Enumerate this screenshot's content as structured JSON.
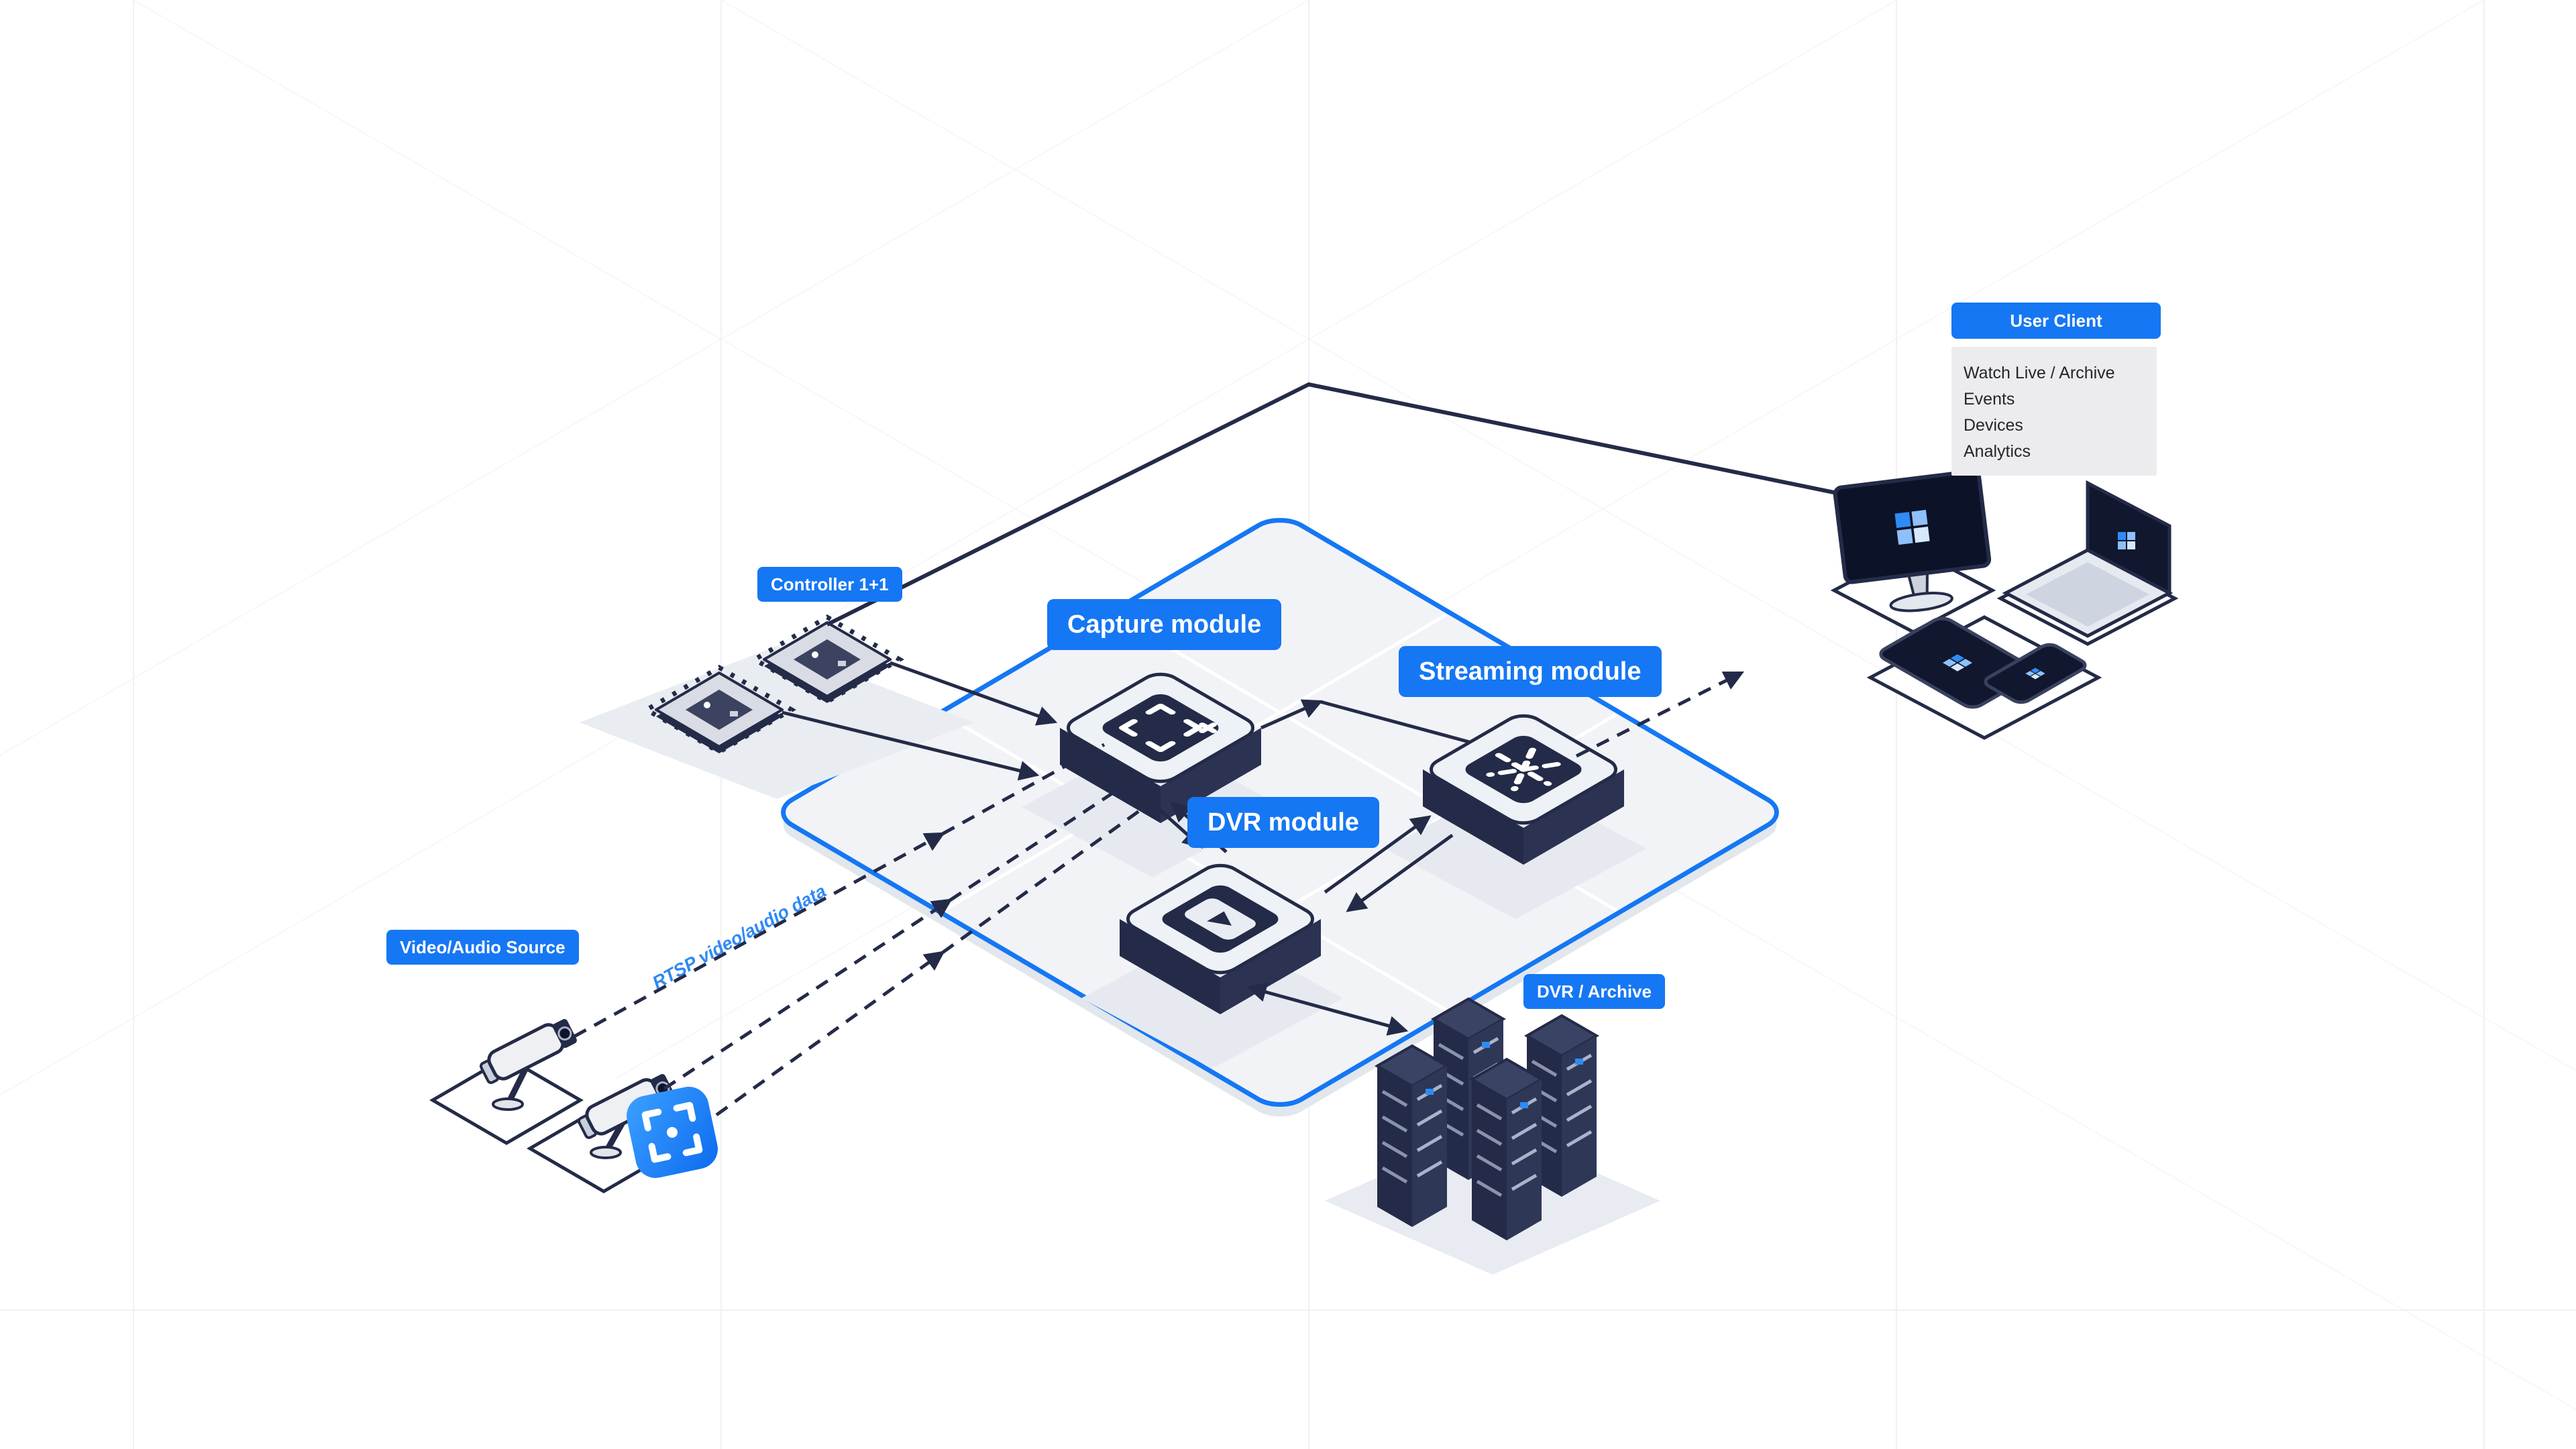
{
  "labels": {
    "controller": "Controller 1+1",
    "capture_module": "Capture module",
    "streaming_module": "Streaming module",
    "dvr_module": "DVR module",
    "video_source": "Video/Audio Source",
    "dvr_archive": "DVR / Archive",
    "rtsp_flow": "RTSP video/audio data"
  },
  "client_panel": {
    "title": "User Client",
    "items": [
      "Watch Live / Archive",
      "Events",
      "Devices",
      "Analytics"
    ]
  },
  "colors": {
    "accent_blue": "#1577f3",
    "line_navy": "#242b48",
    "platform_fill": "#f1f3f7",
    "badge_text": "#ffffff",
    "panel_bg": "#ececee"
  }
}
